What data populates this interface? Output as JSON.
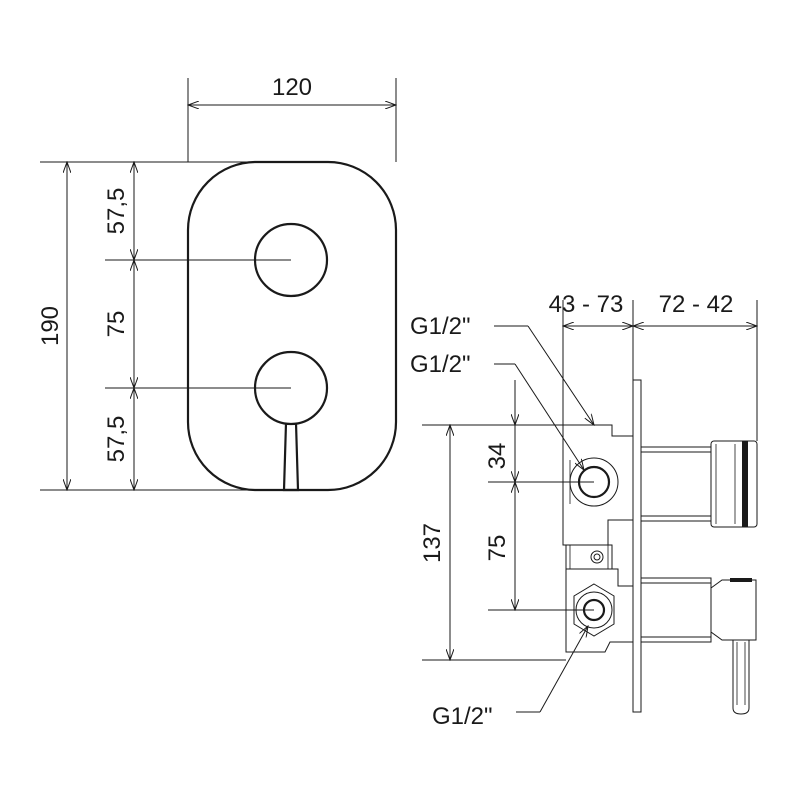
{
  "front_view": {
    "width_label": "120",
    "height_label": "190",
    "top_offset_label": "57,5",
    "spacing_label": "75",
    "bottom_offset_label": "57,5"
  },
  "side_view": {
    "depth_min_label": "43 - 73",
    "depth_max_label": "72 - 42",
    "connection_top_label": "G1/2\"",
    "connection_mid_label": "G1/2\"",
    "connection_bottom_label": "G1/2\"",
    "body_height_label": "137",
    "top_offset_label": "34",
    "spacing_label": "75"
  }
}
